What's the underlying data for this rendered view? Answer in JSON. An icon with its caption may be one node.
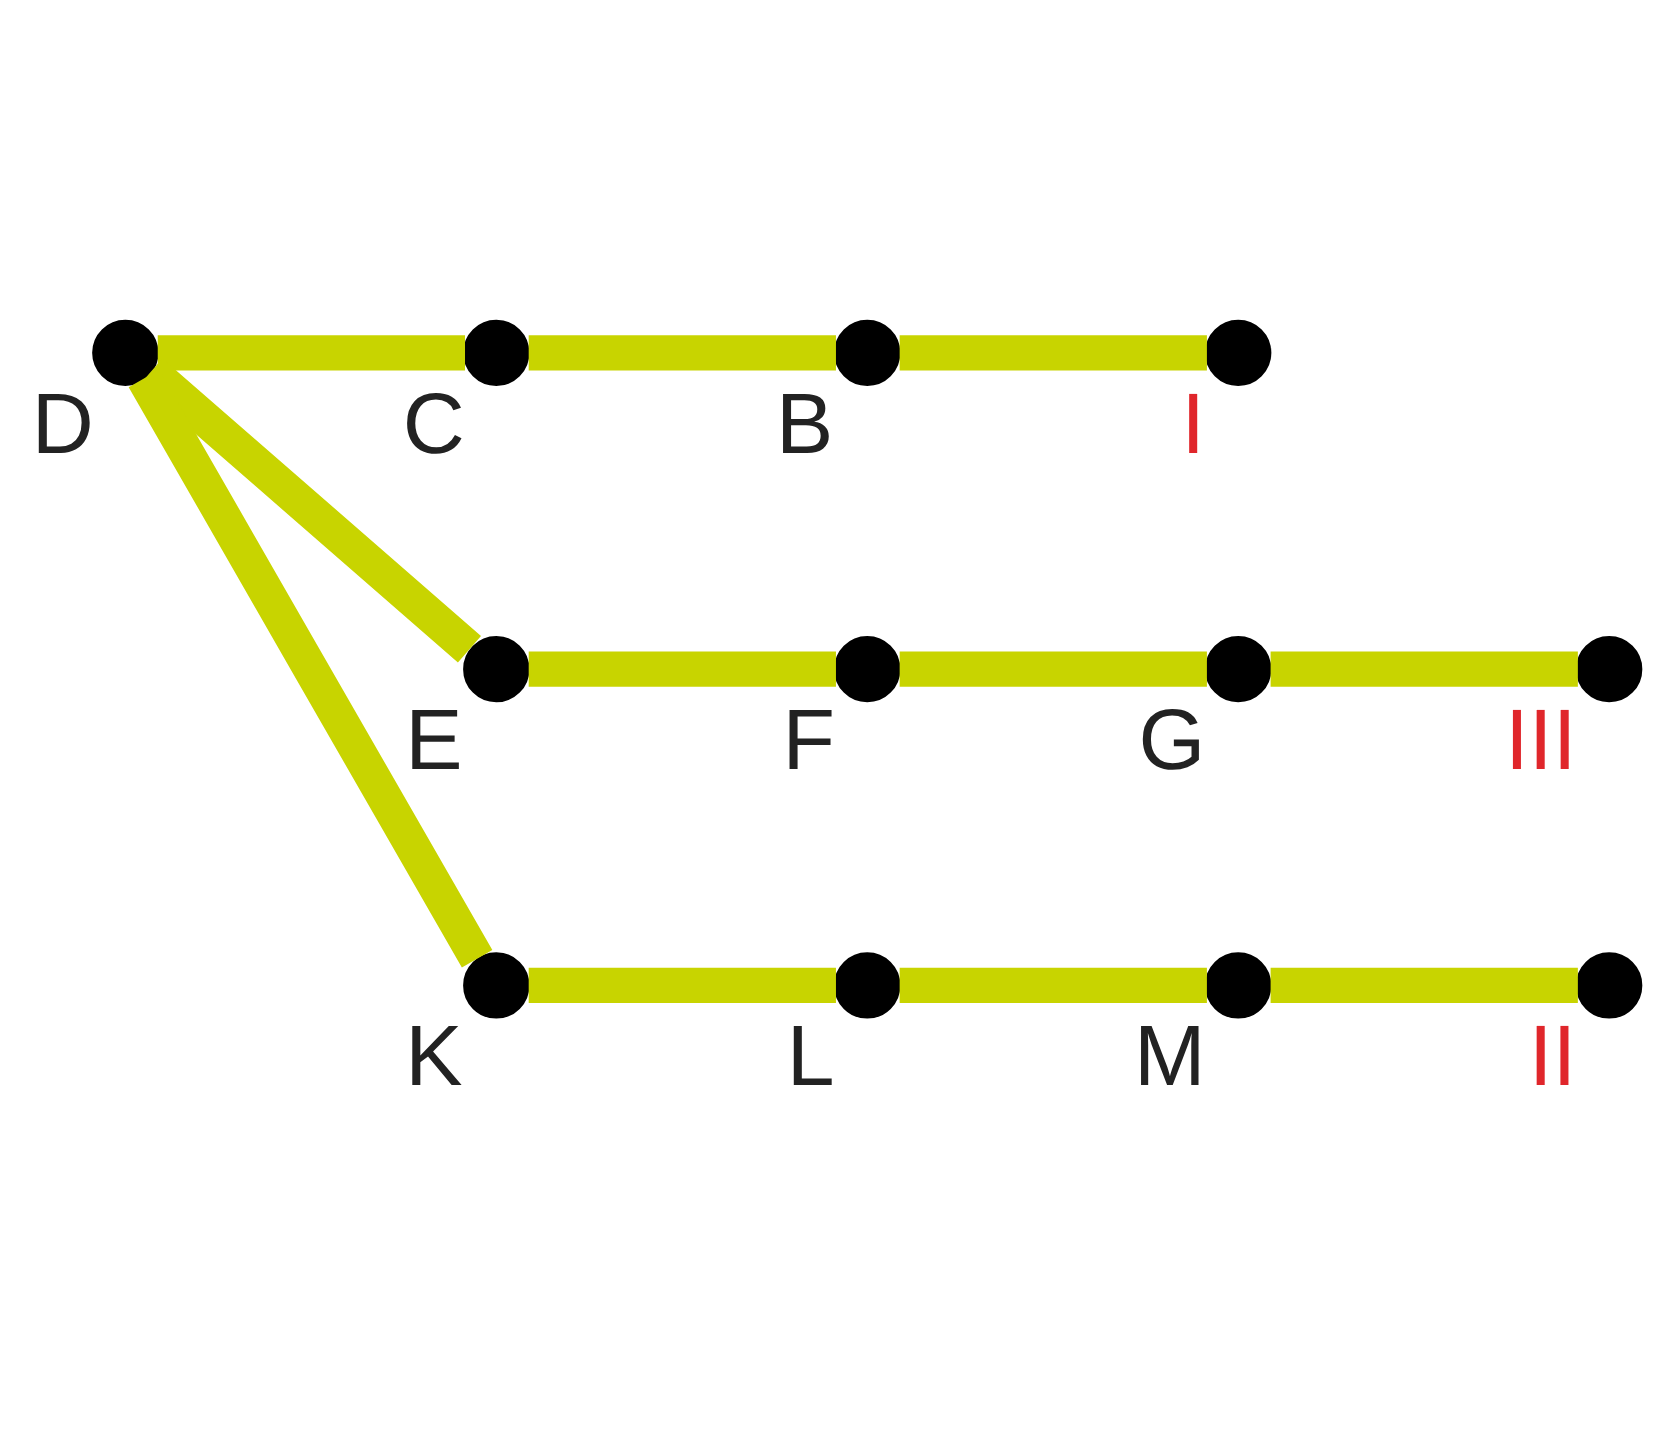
{
  "diagram": {
    "nodes": [
      {
        "text": [],
        "shape": "circle",
        "beside": [
          "D"
        ]
      },
      {
        "text": [],
        "shape": "circle",
        "beside": [
          "C"
        ]
      },
      {
        "text": [],
        "shape": "circle",
        "beside": [
          "B"
        ]
      },
      {
        "text": [],
        "shape": "circle",
        "beside": [
          "I"
        ]
      },
      {
        "text": [],
        "shape": "circle",
        "beside": [
          "E"
        ]
      },
      {
        "text": [],
        "shape": "circle",
        "beside": [
          "K"
        ]
      },
      {
        "text": [],
        "shape": "circle",
        "beside": [
          "F"
        ]
      },
      {
        "text": [],
        "shape": "circle",
        "beside": [
          "G"
        ]
      },
      {
        "text": [],
        "shape": "circle",
        "beside": [
          "III"
        ]
      },
      {
        "text": [],
        "shape": "circle",
        "beside": [
          "L"
        ]
      },
      {
        "text": [],
        "shape": "circle",
        "beside": [
          "M"
        ]
      },
      {
        "text": [],
        "shape": "circle",
        "beside": [
          "II"
        ]
      }
    ],
    "edges": [
      {
        "from": 0,
        "to": 1,
        "arrow": "none"
      },
      {
        "from": 1,
        "to": 2,
        "arrow": "none"
      },
      {
        "from": 2,
        "to": 3,
        "arrow": "none"
      },
      {
        "from": 0,
        "to": 4,
        "arrow": "none"
      },
      {
        "from": 4,
        "to": 6,
        "arrow": "none"
      },
      {
        "from": 6,
        "to": 7,
        "arrow": "none"
      },
      {
        "from": 7,
        "to": 8,
        "arrow": "none"
      },
      {
        "from": 0,
        "to": 5,
        "arrow": "none"
      },
      {
        "from": 5,
        "to": 9,
        "arrow": "none"
      },
      {
        "from": 9,
        "to": 10,
        "arrow": "none"
      },
      {
        "from": 10,
        "to": 11,
        "arrow": "none"
      }
    ]
  }
}
